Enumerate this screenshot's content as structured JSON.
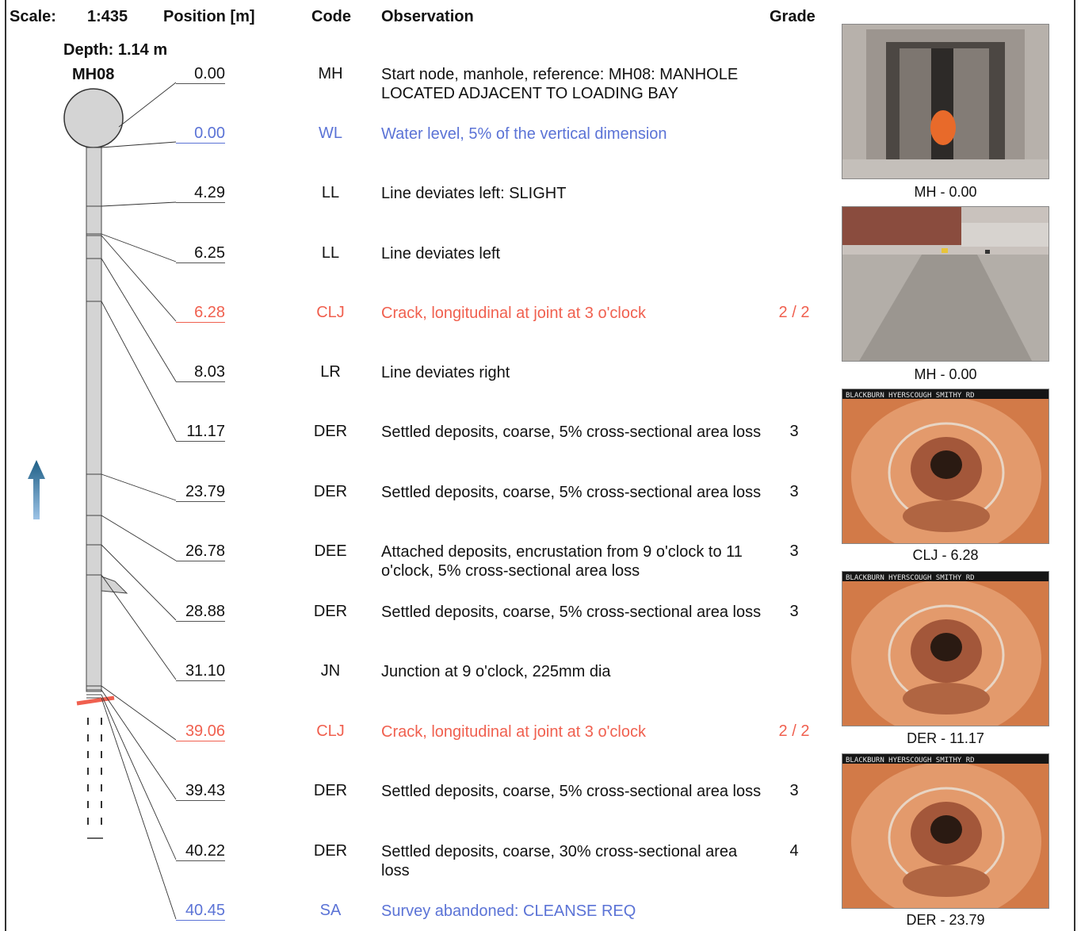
{
  "header": {
    "scale_label": "Scale:",
    "scale_value": "1:435",
    "position_label": "Position [m]",
    "code_label": "Code",
    "observation_label": "Observation",
    "grade_label": "Grade"
  },
  "depth": "Depth: 1.14 m",
  "node": "MH08",
  "colors": {
    "normal": "#111111",
    "fault": "#f0604f",
    "info": "#5b73d6",
    "pipe": "#d4d4d4",
    "flow_arrow": "#2f6fa0"
  },
  "rows": [
    {
      "pos": "0.00",
      "code": "MH",
      "obs": "Start node, manhole, reference: MH08: MANHOLE LOCATED ADJACENT TO LOADING BAY",
      "grade": "",
      "color": "normal"
    },
    {
      "pos": "0.00",
      "code": "WL",
      "obs": "Water level, 5% of the vertical dimension",
      "grade": "",
      "color": "info"
    },
    {
      "pos": "4.29",
      "code": "LL",
      "obs": "Line deviates left: SLIGHT",
      "grade": "",
      "color": "normal"
    },
    {
      "pos": "6.25",
      "code": "LL",
      "obs": "Line deviates left",
      "grade": "",
      "color": "normal"
    },
    {
      "pos": "6.28",
      "code": "CLJ",
      "obs": "Crack, longitudinal at joint at 3 o'clock",
      "grade": "2 / 2",
      "color": "fault"
    },
    {
      "pos": "8.03",
      "code": "LR",
      "obs": "Line deviates right",
      "grade": "",
      "color": "normal"
    },
    {
      "pos": "11.17",
      "code": "DER",
      "obs": "Settled deposits, coarse, 5% cross-sectional area loss",
      "grade": "3",
      "color": "normal"
    },
    {
      "pos": "23.79",
      "code": "DER",
      "obs": "Settled deposits, coarse, 5% cross-sectional area loss",
      "grade": "3",
      "color": "normal"
    },
    {
      "pos": "26.78",
      "code": "DEE",
      "obs": "Attached deposits, encrustation from 9 o'clock to 11 o'clock, 5% cross-sectional area loss",
      "grade": "3",
      "color": "normal"
    },
    {
      "pos": "28.88",
      "code": "DER",
      "obs": "Settled deposits, coarse, 5% cross-sectional area loss",
      "grade": "3",
      "color": "normal"
    },
    {
      "pos": "31.10",
      "code": "JN",
      "obs": "Junction at 9 o'clock, 225mm dia",
      "grade": "",
      "color": "normal"
    },
    {
      "pos": "39.06",
      "code": "CLJ",
      "obs": "Crack, longitudinal at joint at 3 o'clock",
      "grade": "2 / 2",
      "color": "fault"
    },
    {
      "pos": "39.43",
      "code": "DER",
      "obs": "Settled deposits, coarse, 5% cross-sectional area loss",
      "grade": "3",
      "color": "normal"
    },
    {
      "pos": "40.22",
      "code": "DER",
      "obs": "Settled deposits, coarse, 30% cross-sectional area loss",
      "grade": "4",
      "color": "normal"
    },
    {
      "pos": "40.45",
      "code": "SA",
      "obs": "Survey abandoned: CLEANSE REQ",
      "grade": "",
      "color": "info"
    }
  ],
  "photos": [
    {
      "caption": "MH - 0.00",
      "scene": "manhole-open"
    },
    {
      "caption": "MH - 0.00",
      "scene": "yard"
    },
    {
      "caption": "CLJ - 6.28",
      "scene": "pipe-interior",
      "overlay": "BLACKBURN HYERSCOUGH SMITHY RD"
    },
    {
      "caption": "DER - 11.17",
      "scene": "pipe-interior",
      "overlay": "BLACKBURN HYERSCOUGH SMITHY RD"
    },
    {
      "caption": "DER - 23.79",
      "scene": "pipe-interior",
      "overlay": "BLACKBURN HYERSCOUGH SMITHY RD"
    }
  ]
}
